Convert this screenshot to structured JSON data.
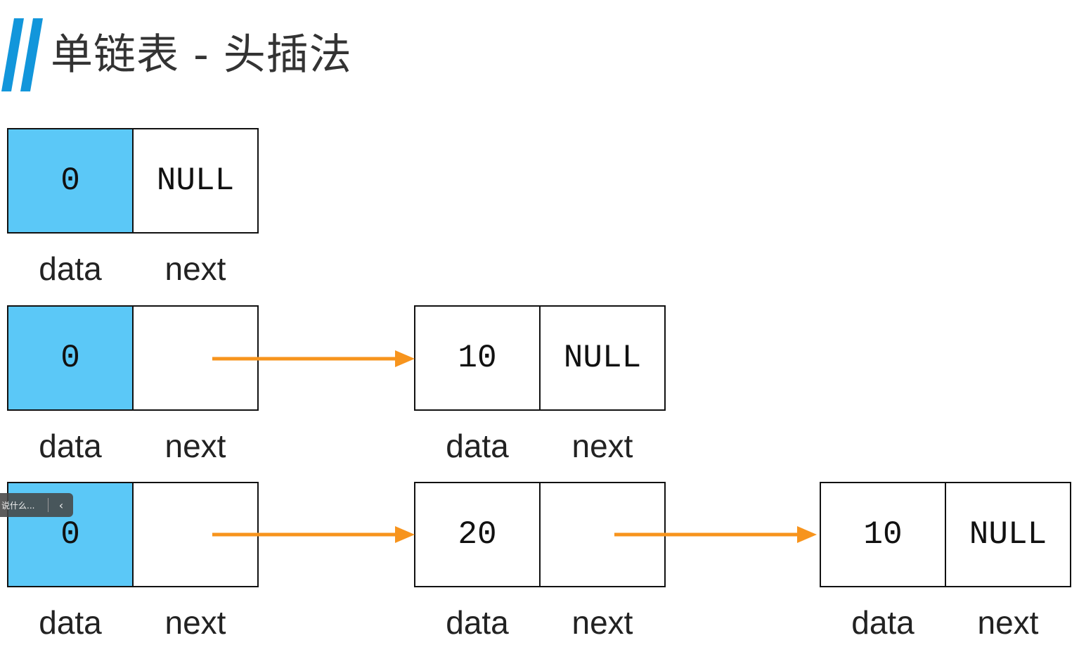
{
  "title": "单链表 - 头插法",
  "colors": {
    "head_fill": "#5bc8f7",
    "arrow": "#f7941d",
    "logo": "#1296db"
  },
  "labels": {
    "data": "data",
    "next": "next"
  },
  "rows": [
    {
      "nodes": [
        {
          "data": "0",
          "next": "NULL"
        }
      ]
    },
    {
      "nodes": [
        {
          "data": "0",
          "next": ""
        },
        {
          "data": "10",
          "next": "NULL"
        }
      ]
    },
    {
      "nodes": [
        {
          "data": "0",
          "next": ""
        },
        {
          "data": "20",
          "next": ""
        },
        {
          "data": "10",
          "next": "NULL"
        }
      ]
    }
  ],
  "overlay": {
    "text": "说什么...",
    "button_icon": "chevron-left-icon",
    "button_glyph": "‹"
  }
}
